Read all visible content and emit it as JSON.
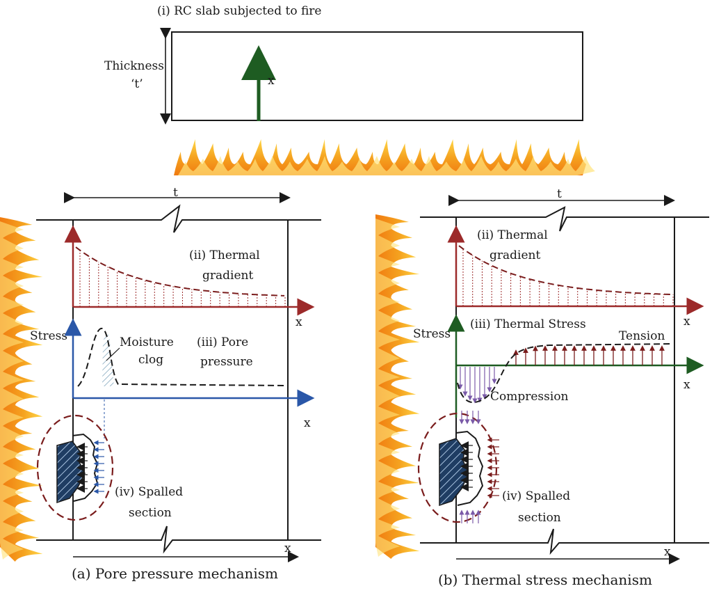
{
  "top": {
    "title": "(i) RC slab subjected to fire",
    "thickness_line1": "Thickness",
    "thickness_line2": "‘t’",
    "x_label": "x"
  },
  "panel_a": {
    "t_label": "t",
    "thermal_line1": "(ii) Thermal",
    "thermal_line2": "gradient",
    "x_thermal": "x",
    "stress": "Stress",
    "moisture_line1": "Moisture",
    "moisture_line2": "clog",
    "pore_line1": "(iii) Pore",
    "pore_line2": "pressure",
    "x_pore": "x",
    "spalled_line1": "(iv) Spalled",
    "spalled_line2": "section",
    "x_bottom": "x",
    "caption": "(a) Pore pressure mechanism"
  },
  "panel_b": {
    "t_label": "t",
    "thermal_line1": "(ii) Thermal",
    "thermal_line2": "gradient",
    "x_thermal": "x",
    "stress": "Stress",
    "thermal_stress": "(iii) Thermal Stress",
    "tension": "Tension",
    "compression": "Compression",
    "x_stress": "x",
    "spalled_line1": "(iv) Spalled",
    "spalled_line2": "section",
    "x_bottom": "x",
    "caption": "(b) Thermal stress mechanism"
  },
  "colors": {
    "green": "#1e5c22",
    "red": "#9c2a2a",
    "blue": "#2a57a8",
    "purple": "#7a5aa8",
    "dark_red": "#7a1c1c",
    "flame_orange": "#f59a1a",
    "flame_yellow": "#ffd23a",
    "hatch_fill": "#1f3d63"
  }
}
